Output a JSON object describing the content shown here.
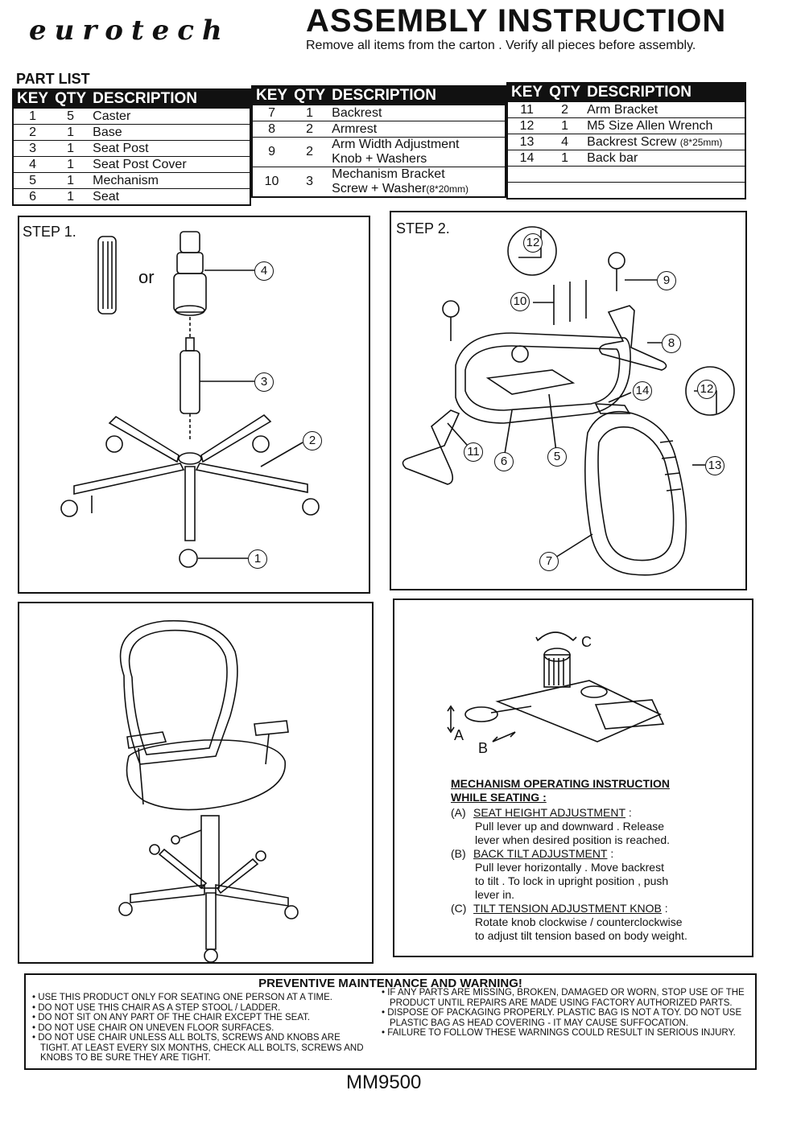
{
  "header": {
    "logo": "eurotech",
    "title": "ASSEMBLY  INSTRUCTION",
    "subtitle": "Remove all items from the carton . Verify all pieces before assembly."
  },
  "part_list": {
    "label": "PART LIST",
    "columns": [
      "KEY",
      "QTY",
      "DESCRIPTION"
    ],
    "table1": [
      {
        "key": "1",
        "qty": "5",
        "desc": "Caster"
      },
      {
        "key": "2",
        "qty": "1",
        "desc": "Base"
      },
      {
        "key": "3",
        "qty": "1",
        "desc": "Seat Post"
      },
      {
        "key": "4",
        "qty": "1",
        "desc": "Seat Post Cover"
      },
      {
        "key": "5",
        "qty": "1",
        "desc": "Mechanism"
      },
      {
        "key": "6",
        "qty": "1",
        "desc": "Seat"
      }
    ],
    "table2": [
      {
        "key": "7",
        "qty": "1",
        "desc": "Backrest"
      },
      {
        "key": "8",
        "qty": "2",
        "desc": "Armrest"
      },
      {
        "key": "9",
        "qty": "2",
        "desc": "Arm Width Adjustment",
        "desc2": "Knob + Washers"
      },
      {
        "key": "10",
        "qty": "3",
        "desc": "Mechanism Bracket",
        "desc2": "Screw + Washer",
        "note": "(8*20mm)"
      }
    ],
    "table3": [
      {
        "key": "11",
        "qty": "2",
        "desc": "Arm Bracket"
      },
      {
        "key": "12",
        "qty": "1",
        "desc": "M5 Size Allen Wrench"
      },
      {
        "key": "13",
        "qty": "4",
        "desc": "Backrest Screw",
        "note": "(8*25mm)"
      },
      {
        "key": "14",
        "qty": "1",
        "desc": "Back bar"
      }
    ]
  },
  "step1": {
    "label": "STEP 1.",
    "or": "or",
    "callouts": [
      "4",
      "3",
      "2",
      "1"
    ]
  },
  "step2": {
    "label": "STEP 2.",
    "callouts": [
      "12",
      "10",
      "9",
      "8",
      "14",
      "12",
      "13",
      "11",
      "6",
      "5",
      "7"
    ]
  },
  "mechanism": {
    "labels": {
      "a": "A",
      "b": "B",
      "c": "C"
    },
    "title": "MECHANISM OPERATING INSTRUCTION",
    "subtitle": "WHILE SEATING :",
    "items": [
      {
        "tag": "(A)",
        "heading": "SEAT HEIGHT ADJUSTMENT",
        "lines": [
          "Pull lever up and downward . Release",
          "lever when desired position is reached."
        ]
      },
      {
        "tag": "(B)",
        "heading": "BACK TILT ADJUSTMENT",
        "lines": [
          "Pull lever horizontally . Move backrest",
          "to tilt . To lock in upright position , push",
          "lever in."
        ]
      },
      {
        "tag": "(C)",
        "heading": "TILT TENSION ADJUSTMENT KNOB",
        "lines": [
          "Rotate knob clockwise / counterclockwise",
          "to adjust tilt tension based on body weight."
        ]
      }
    ]
  },
  "warning": {
    "title": "PREVENTIVE MAINTENANCE AND WARNING!",
    "left": [
      "USE THIS PRODUCT ONLY FOR SEATING ONE PERSON AT A TIME.",
      "DO NOT USE THIS CHAIR AS A STEP STOOL / LADDER.",
      "DO NOT SIT ON ANY PART OF THE CHAIR EXCEPT THE SEAT.",
      "DO NOT USE CHAIR ON UNEVEN FLOOR SURFACES.",
      "DO NOT USE CHAIR UNLESS ALL BOLTS, SCREWS AND KNOBS ARE TIGHT. AT LEAST EVERY SIX MONTHS, CHECK ALL BOLTS, SCREWS AND KNOBS TO BE SURE THEY ARE TIGHT."
    ],
    "right": [
      "IF ANY PARTS ARE MISSING, BROKEN, DAMAGED OR WORN, STOP USE OF THE PRODUCT UNTIL REPAIRS ARE MADE USING FACTORY AUTHORIZED PARTS.",
      "DISPOSE OF PACKAGING PROPERLY. PLASTIC BAG IS NOT A TOY. DO NOT USE PLASTIC BAG AS HEAD COVERING - IT MAY CAUSE SUFFOCATION.",
      "FAILURE TO FOLLOW THESE WARNINGS COULD RESULT IN SERIOUS INJURY."
    ]
  },
  "model": "MM9500"
}
